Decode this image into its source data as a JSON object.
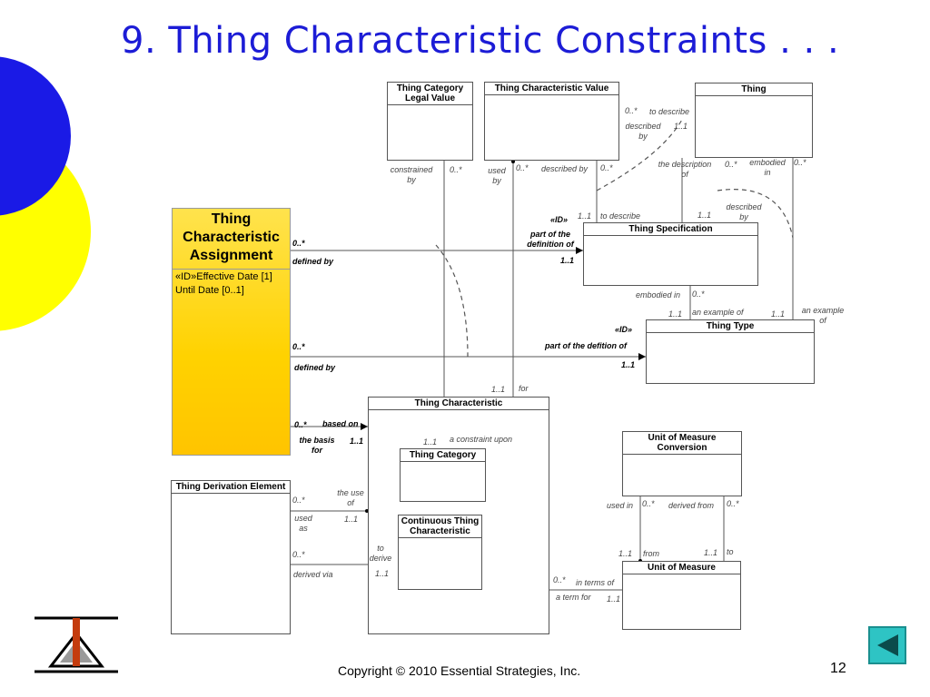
{
  "title": "9.  Thing Characteristic Constraints . . .",
  "footer": {
    "copyright": "Copyright © 2010 Essential Strategies, Inc.",
    "page": "12"
  },
  "entities": {
    "tcav": "Thing Category Legal Value",
    "tcv": "Thing Characteristic Value",
    "thing": "Thing",
    "tca": "Thing Characteristic Assignment",
    "tca_attr1": "«ID»Effective Date [1]",
    "tca_attr2": "Until Date [0..1]",
    "tspec": "Thing Specification",
    "ttype": "Thing Type",
    "tchar": "Thing Characteristic",
    "tcat": "Thing Category",
    "ctc": "Continuous Thing Characteristic",
    "tde": "Thing Derivation Element",
    "umc": "Unit of Measure Conversion",
    "uom": "Unit of Measure"
  },
  "labels": {
    "l1": "0..*",
    "l2": "to describe",
    "l3": "described",
    "l3b": "by",
    "l4": "1..1",
    "l5": "constrained",
    "l5b": "by",
    "l6": "0..*",
    "l7": "used",
    "l7b": "by",
    "l8": "0..*",
    "l9": "described by",
    "l10": "0..*",
    "l11": "the description",
    "l11b": "of",
    "l12": "0..*",
    "l13": "embodied",
    "l13b": "in",
    "l14": "0..*",
    "l15": "described",
    "l15b": "by",
    "l16": "«ID»",
    "l17": "1..1",
    "l18": "to describe",
    "l19": "1..1",
    "l20": "part of the",
    "l20b": "definition of",
    "l21": "1..1",
    "l22": "0..*",
    "l23": "defined by",
    "l24": "embodied in",
    "l25": "0..*",
    "l26": "1..1",
    "l27": "an example of",
    "l28": "1..1",
    "l29": "an example",
    "l29b": "of",
    "l30": "«ID»",
    "l31": "part of the defition of",
    "l32": "1..1",
    "l33": "0..*",
    "l34": "defined by",
    "l35": "1..1",
    "l36": "for",
    "l37": "0..*",
    "l38": "based on",
    "l39": "the basis",
    "l39b": "for",
    "l40": "1..1",
    "l41": "1..1",
    "l42": "a constraint upon",
    "l43": "0..*",
    "l44": "the use",
    "l44b": "of",
    "l45": "used",
    "l45b": "as",
    "l46": "1..1",
    "l47": "0..*",
    "l48": "to",
    "l48b": "derive",
    "l49": "derived via",
    "l50": "1..1",
    "l51": "0..*",
    "l52": "in terms of",
    "l53": "a term for",
    "l54": "1..1",
    "l55": "used in",
    "l56": "0..*",
    "l57": "derived from",
    "l58": "0..*",
    "l59": "1..1",
    "l60": "from",
    "l61": "1..1",
    "l62": "to"
  },
  "colors": {
    "title": "#1c1cd6",
    "circle_blue": "#1a1ae6",
    "circle_yellow": "#ffff00",
    "nav_button": "#2ec4c4"
  },
  "icons": {
    "logo": "essential-strategies-logo-icon",
    "nav": "back-arrow-icon"
  }
}
